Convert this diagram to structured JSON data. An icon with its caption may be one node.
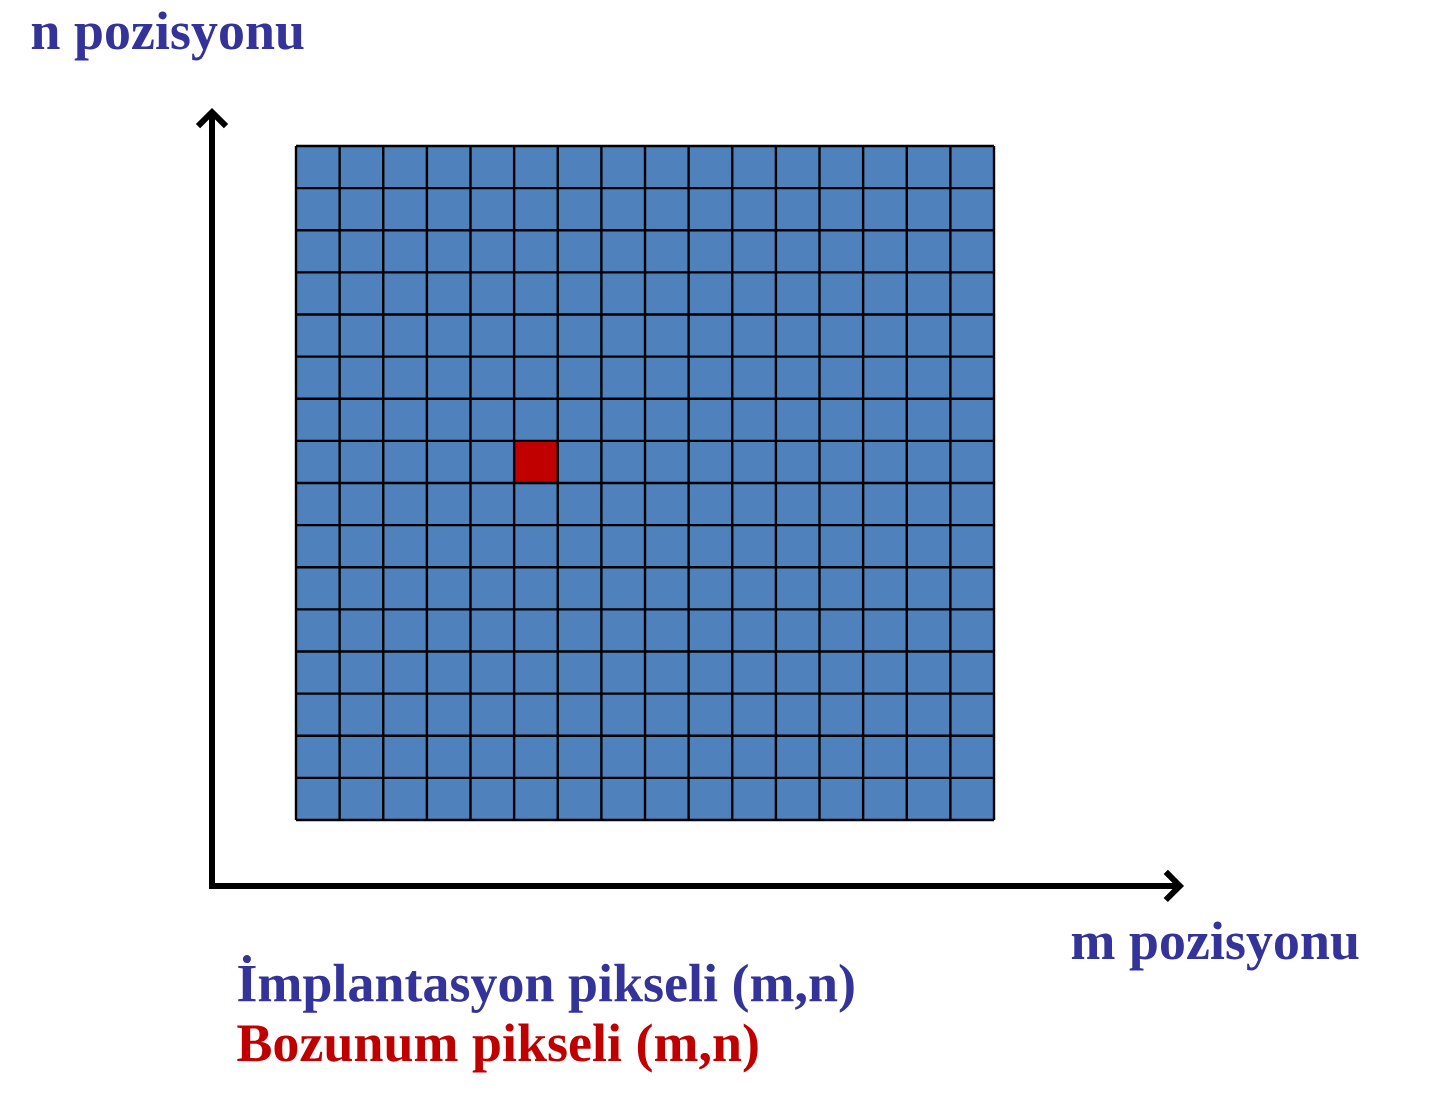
{
  "diagram": {
    "labels": [
      "n pozisyonu",
      "m pozisyonu",
      "İmplantasyon pikseli (m,n)",
      "Bozunum pikseli (m,n)"
    ]
  }
}
